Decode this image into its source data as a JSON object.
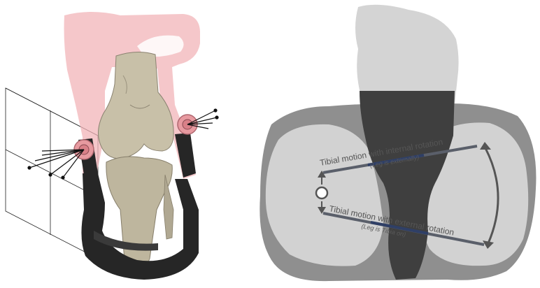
{
  "left_figure": {
    "components": [
      "knee-bones-icon",
      "pink-frame-icon",
      "black-brace-icon",
      "wire-grid-icon",
      "hinge-icon"
    ]
  },
  "right_figure": {
    "internal": {
      "label": "Tibial motion with internal rotation",
      "sublabel": "(Leg is externally)"
    },
    "external": {
      "label": "Tibial motion with external rotation",
      "sublabel": "(Leg is Tibia on)"
    }
  },
  "colors": {
    "pink_frame": "#f2b4b8",
    "bone": "#c8c0a8",
    "brace_black": "#262626",
    "foot_light": "#d4d4d4",
    "tibia_outer": "#8f8f8f",
    "condyle": "#d2d2d2",
    "dark_foot": "#3f3f3f",
    "line_dark": "#5a5f6a",
    "line_blue": "#2f3f66"
  }
}
